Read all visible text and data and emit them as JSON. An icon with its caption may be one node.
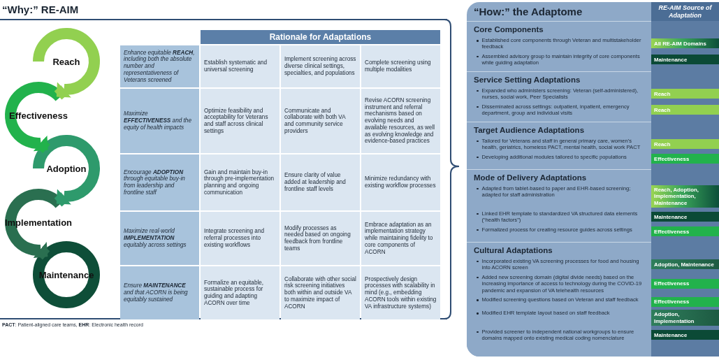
{
  "diagram": {
    "nodes": [
      {
        "text": [
          "“Why:” RE-AIM"
        ]
      },
      {
        "text": [
          "Reach"
        ],
        "in": 0
      },
      {
        "text": [
          "Effectiveness"
        ],
        "in": 0
      },
      {
        "text": [
          "Adoption"
        ],
        "in": 0
      },
      {
        "text": [
          "Implementation"
        ],
        "in": 0
      },
      {
        "text": [
          "Maintenance"
        ],
        "in": 0
      },
      {
        "text": [
          "“How:” the Adaptome"
        ]
      },
      {
        "text": [
          "RE-AIM Source of Adaptation"
        ],
        "in": 6
      },
      {
        "text": [
          "Core Components",
          "Established core components through Veteran and multistakeholder feedback",
          "Assembled advisory group to maintain integrity of core components while guiding adaptation"
        ],
        "in": 6
      },
      {
        "text": [
          "All RE-AIM Domains"
        ],
        "in": 8
      },
      {
        "text": [
          "Maintenance"
        ],
        "in": 8
      },
      {
        "text": [
          "Service Setting Adaptations",
          "Expanded who administers screening: Veteran (self-administered), nurses, social work, Peer Specialists",
          "Disseminated across settings: outpatient, inpatient, emergency department, group and individual visits"
        ],
        "in": 6
      },
      {
        "text": [
          "Reach"
        ],
        "in": 11
      },
      {
        "text": [
          "Reach"
        ],
        "in": 11
      },
      {
        "text": [
          "Target Audience Adaptations",
          "Tailored for Veterans and staff in general primary care, women’s health, geriatrics, homeless PACT, mental health, social work PACT",
          "Developing additional modules tailored to specific populations"
        ],
        "in": 6
      },
      {
        "text": [
          "Reach"
        ],
        "in": 14
      },
      {
        "text": [
          "Effectiveness"
        ],
        "in": 14
      },
      {
        "text": [
          "Mode of Delivery Adaptations",
          "Adapted from tablet-based to paper and EHR-based screening; adapted for staff administration",
          "Linked EHR template to standardized VA structured data elements (“health factors”)",
          "Formalized process for creating resource guides across settings"
        ],
        "in": 6
      },
      {
        "text": [
          "Reach, Adoption, Implementation, Maintenance"
        ],
        "in": 17
      },
      {
        "text": [
          "Maintenance"
        ],
        "in": 17
      },
      {
        "text": [
          "Effectiveness"
        ],
        "in": 17
      },
      {
        "text": [
          "Cultural Adaptations",
          "Incorporated existing VA screening processes for food and housing into ACORN screen",
          "Added new screening domain (digital divide needs) based on the increasing importance of access to technology during the COVID-19 pandemic and expansion of VA telehealth resources",
          "Modified screening questions based on Veteran and staff feedback",
          "Modified EHR template layout based on staff feedback",
          "Provided screener to independent national workgroups to ensure domains mapped onto existing medical coding nomenclature"
        ],
        "in": 6
      },
      {
        "text": [
          "Adoption, Maintenance"
        ],
        "in": 21
      },
      {
        "text": [
          "Effectiveness"
        ],
        "in": 21
      },
      {
        "text": [
          "Effectiveness"
        ],
        "in": 21
      },
      {
        "text": [
          "Adoption, Implementation"
        ],
        "in": 21
      },
      {
        "text": [
          "Maintenance"
        ],
        "in": 21
      }
    ],
    "edges": [
      {
        "from": 1,
        "to": 2,
        "arrow": "to",
        "color": "#92d050"
      },
      {
        "from": 2,
        "to": 3,
        "arrow": "to",
        "color": "#22b24c"
      },
      {
        "from": 3,
        "to": 4,
        "arrow": "to",
        "color": "#2e9a6c"
      },
      {
        "from": 4,
        "to": 5,
        "arrow": "to",
        "color": "#2a6f50"
      }
    ],
    "labels": [
      "Rationale for Adaptations",
      "Enhance equitable **REACH**, including both the absolute number and representativeness of Veterans screened",
      "Establish systematic and universal screening",
      "Implement screening across diverse clinical settings, specialties, and populations",
      "Complete screening using multiple modalities",
      "Maximize **EFFECTIVENESS** and the equity of health impacts",
      "Optimize feasibility and acceptability for Veterans and staff across clinical settings",
      "Communicate and collaborate with both VA and community service providers",
      "Revise ACORN screening instrument and referral mechanisms based on evolving needs and available resources, as well as evolving knowledge and evidence-based practices",
      "Encourage **ADOPTION** through equitable buy-in from leadership and frontline staff",
      "Gain and maintain buy-in through pre-implementation planning and ongoing communication",
      "Ensure clarity of value added at leadership and frontline staff levels",
      "Minimize redundancy with existing workflow processes",
      "Maximize real-world **IMPLEMENTATION** equitably across settings",
      "Integrate screening and referral processes into existing workflows",
      "Modify processes as needed based on ongoing feedback from frontline teams",
      "Embrace adaptation as an implementation strategy while maintaining fidelity to core components of ACORN",
      "Ensure **MAINTENANCE** and that ACORN is being equitably sustained",
      "Formalize an equitable, sustainable process for guiding and adapting ACORN over time",
      "Collaborate with other social risk screening initiatives both within and outside VA to maximize impact of ACORN",
      "Prospectively design processes with scalability in mind (e.g., embedding ACORN tools within existing VA infrastructure systems)",
      "**PACT**: Patient-aligned care teams, **EHR**: Electronic health record"
    ]
  }
}
